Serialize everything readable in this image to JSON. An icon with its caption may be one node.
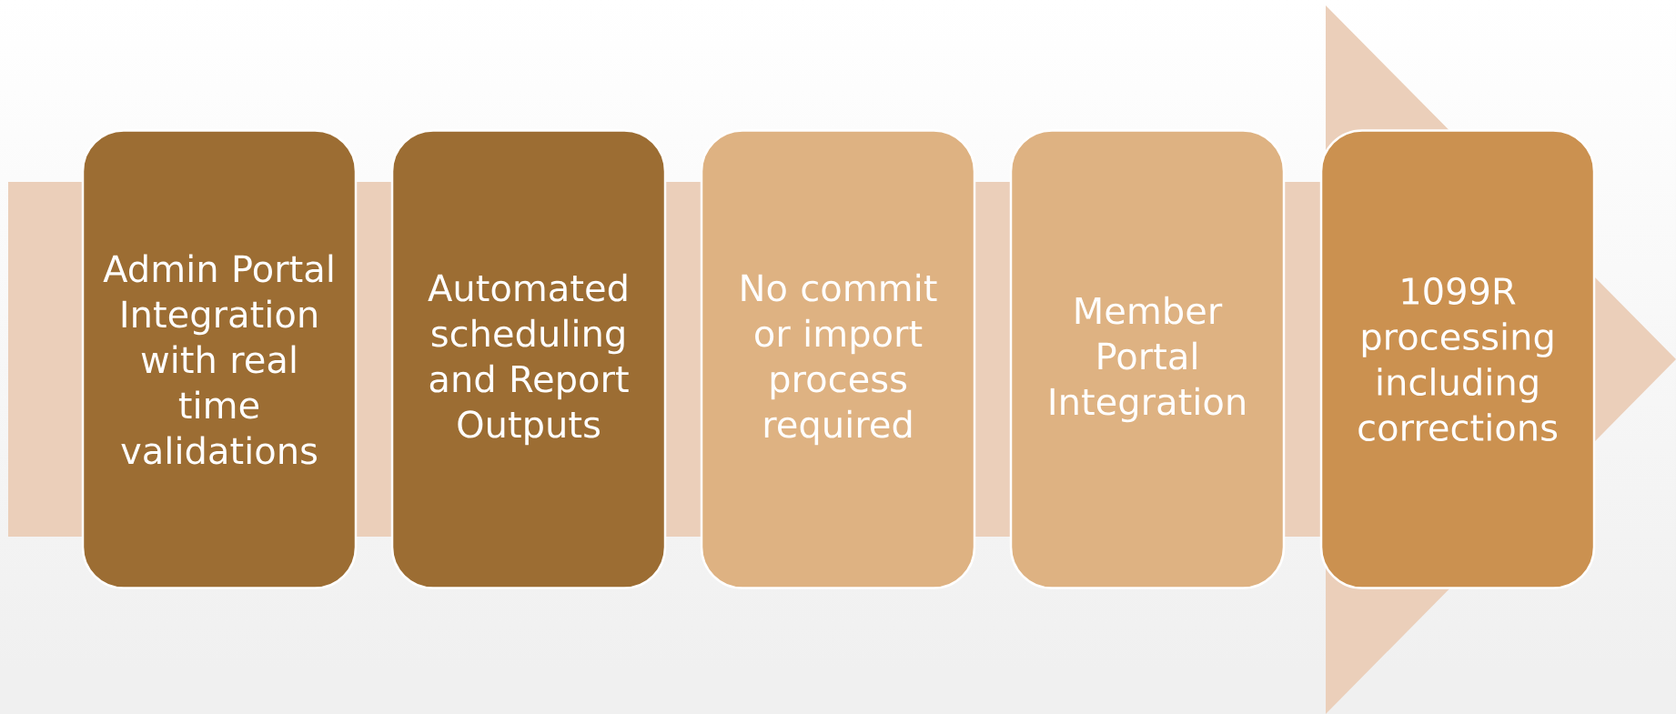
{
  "diagram": {
    "nodes": [
      {
        "text": [
          "Admin Portal Integration with real time validations"
        ]
      },
      {
        "text": [
          "Automated scheduling and Report Outputs"
        ]
      },
      {
        "text": [
          "No commit or import process required"
        ]
      },
      {
        "text": [
          "Member Portal Integration"
        ]
      },
      {
        "text": [
          "1099R processing including corrections"
        ]
      }
    ]
  }
}
